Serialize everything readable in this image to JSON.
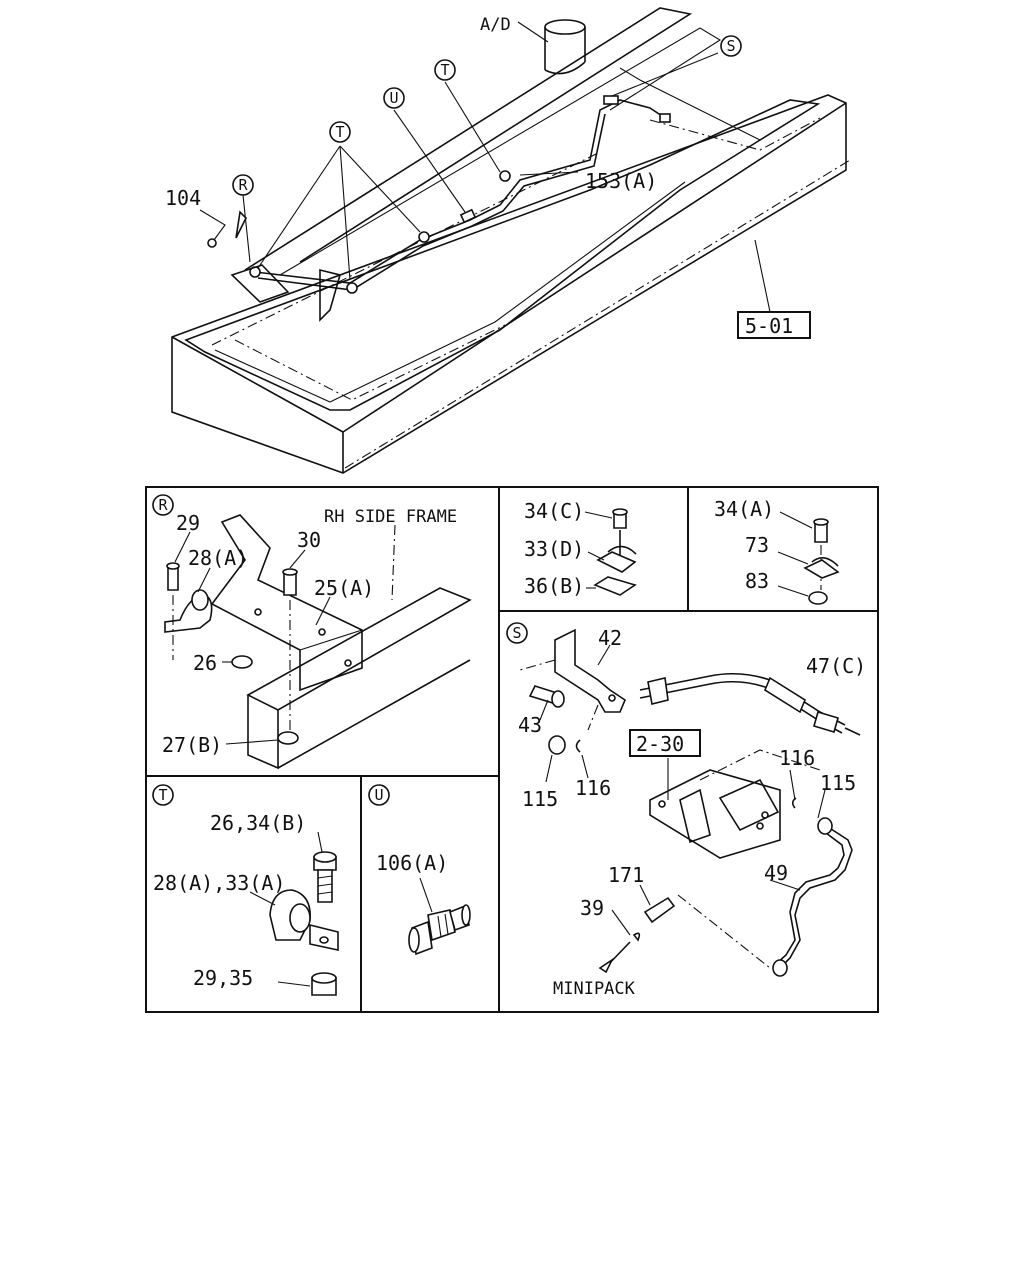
{
  "main_view": {
    "ad_label": "A/D",
    "ref_S": "S",
    "ref_U": "U",
    "ref_T1": "T",
    "ref_T2": "T",
    "ref_R": "R",
    "part_104": "104",
    "part_153A": "153(A)",
    "ref_box": "5-01"
  },
  "panel_R": {
    "ref": "R",
    "frame_label": "RH SIDE FRAME",
    "p29": "29",
    "p28A": "28(A)",
    "p30": "30",
    "p25A": "25(A)",
    "p26": "26",
    "p27B": "27(B)"
  },
  "panel_clip_C": {
    "p34C": "34(C)",
    "p33D": "33(D)",
    "p36B": "36(B)"
  },
  "panel_clip_A": {
    "p34A": "34(A)",
    "p73": "73",
    "p83": "83"
  },
  "panel_S": {
    "ref": "S",
    "p42": "42",
    "p47C": "47(C)",
    "p43": "43",
    "ref_box": "2-30",
    "p116a": "116",
    "p115a": "115",
    "p116b": "116",
    "p115b": "115",
    "p49": "49",
    "p171": "171",
    "p39": "39",
    "minipack": "MINIPACK"
  },
  "panel_T": {
    "ref": "T",
    "p26_34B": "26,34(B)",
    "p28A_33A": "28(A),33(A)",
    "p29_35": "29,35"
  },
  "panel_U": {
    "ref": "U",
    "p106A": "106(A)"
  }
}
